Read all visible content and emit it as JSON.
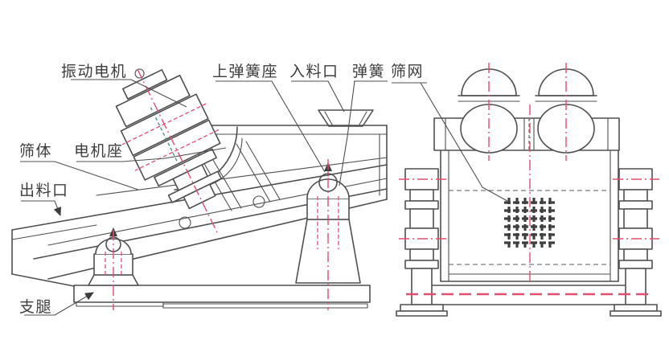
{
  "drawing": {
    "background": "#ffffff",
    "line_color": "#4f4f4f",
    "centerline_color": "#e34d6e",
    "hidden_line_color": "#3e8e6e",
    "label_color": "#3d3d3d"
  },
  "labels": {
    "vibration_motor": "振动电机",
    "upper_spring_seat": "上弹簧座",
    "feed_inlet": "入料口",
    "spring": "弹簧",
    "screen_mesh": "筛网",
    "screen_body": "筛体",
    "motor_base": "电机座",
    "discharge_outlet": "出料口",
    "support_leg": "支腿"
  }
}
